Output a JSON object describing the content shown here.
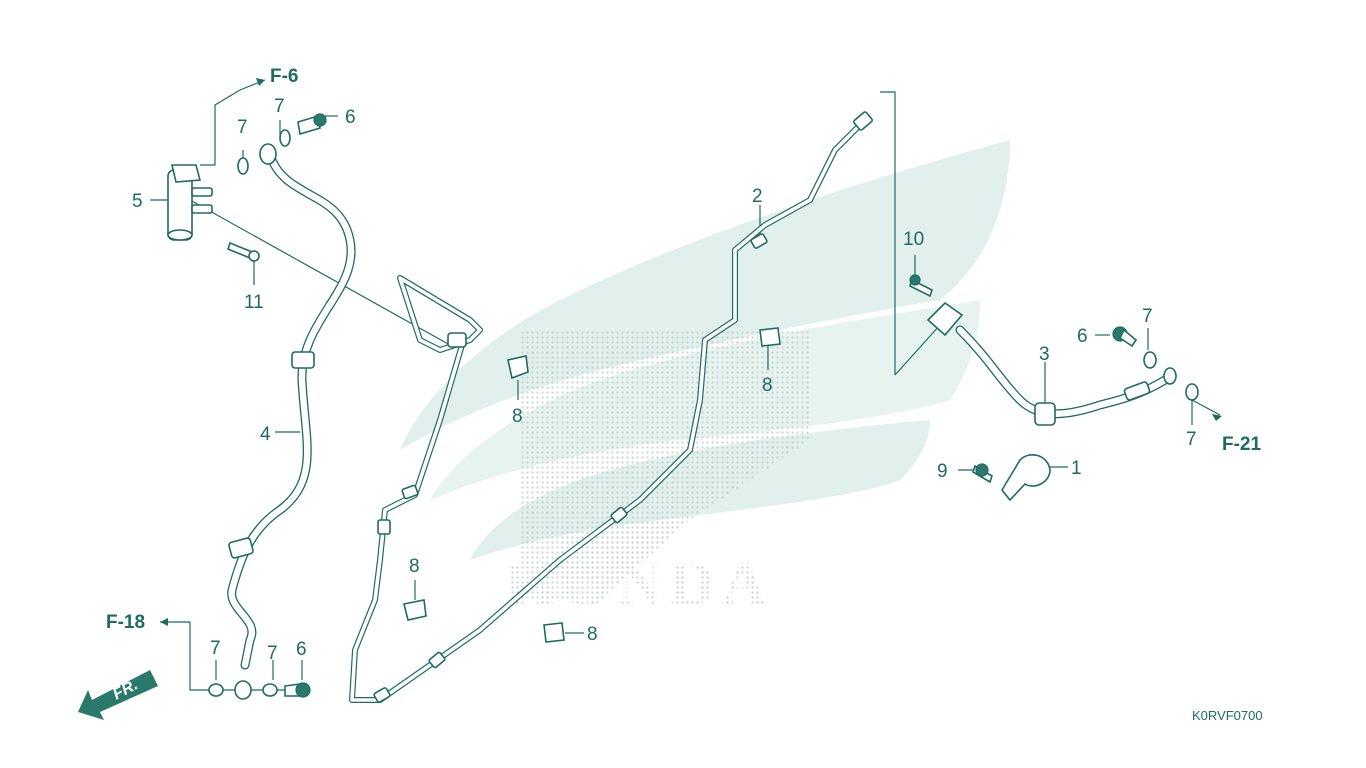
{
  "callouts": {
    "c1": "1",
    "c2": "2",
    "c3": "3",
    "c4": "4",
    "c5": "5",
    "c6a": "6",
    "c6b": "6",
    "c6c": "6",
    "c7a": "7",
    "c7b": "7",
    "c7c": "7",
    "c7d": "7",
    "c7e": "7",
    "c7f": "7",
    "c8a": "8",
    "c8b": "8",
    "c8c": "8",
    "c8d": "8",
    "c9": "9",
    "c10": "10",
    "c11": "11"
  },
  "references": {
    "f6": "F-6",
    "f18": "F-18",
    "f21": "F-21"
  },
  "direction": "FR.",
  "watermark": "HONDA",
  "diagram_code": "K0RVF0700",
  "colors": {
    "line": "#1f6b60",
    "watermark": "#d7ece6"
  }
}
